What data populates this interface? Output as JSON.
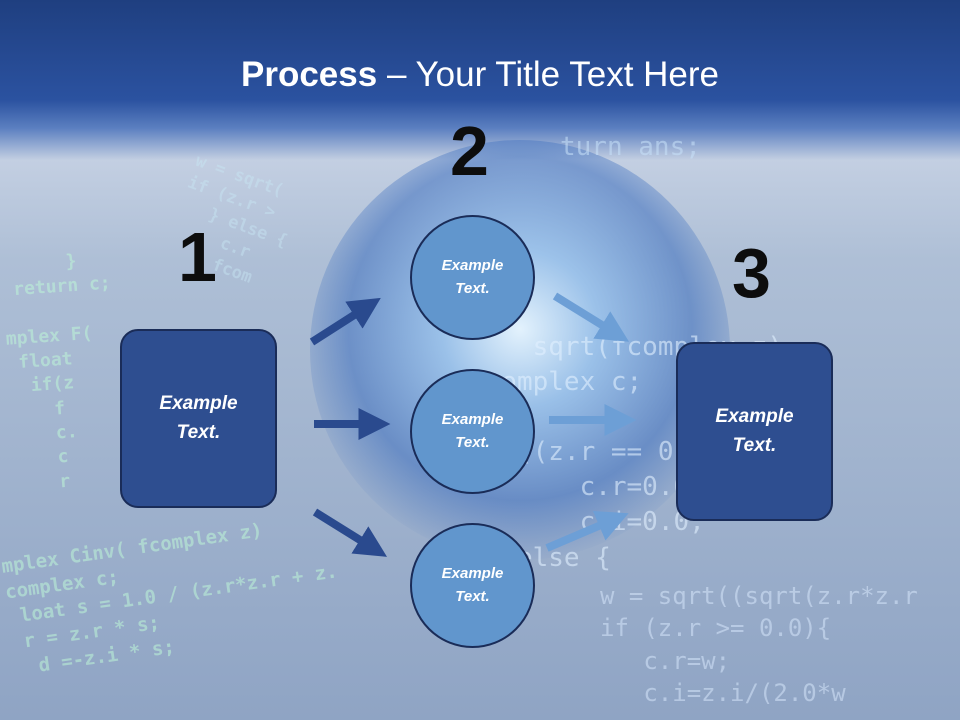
{
  "title": {
    "bold": "Process",
    "rest": " – Your Title Text Here"
  },
  "steps": {
    "one": "1",
    "two": "2",
    "three": "3"
  },
  "left_box": {
    "line1": "Example",
    "line2": "Text."
  },
  "right_box": {
    "line1": "Example",
    "line2": "Text."
  },
  "circles": [
    {
      "line1": "Example",
      "line2": "Text."
    },
    {
      "line1": "Example",
      "line2": "Text."
    },
    {
      "line1": "Example",
      "line2": "Text."
    }
  ],
  "colors": {
    "header": "#2b52a0",
    "box_fill": "#2e4e90",
    "circle_fill": "#6196cd",
    "arrow_dark": "#2a4a8e",
    "arrow_light": "#6d9fd6"
  }
}
